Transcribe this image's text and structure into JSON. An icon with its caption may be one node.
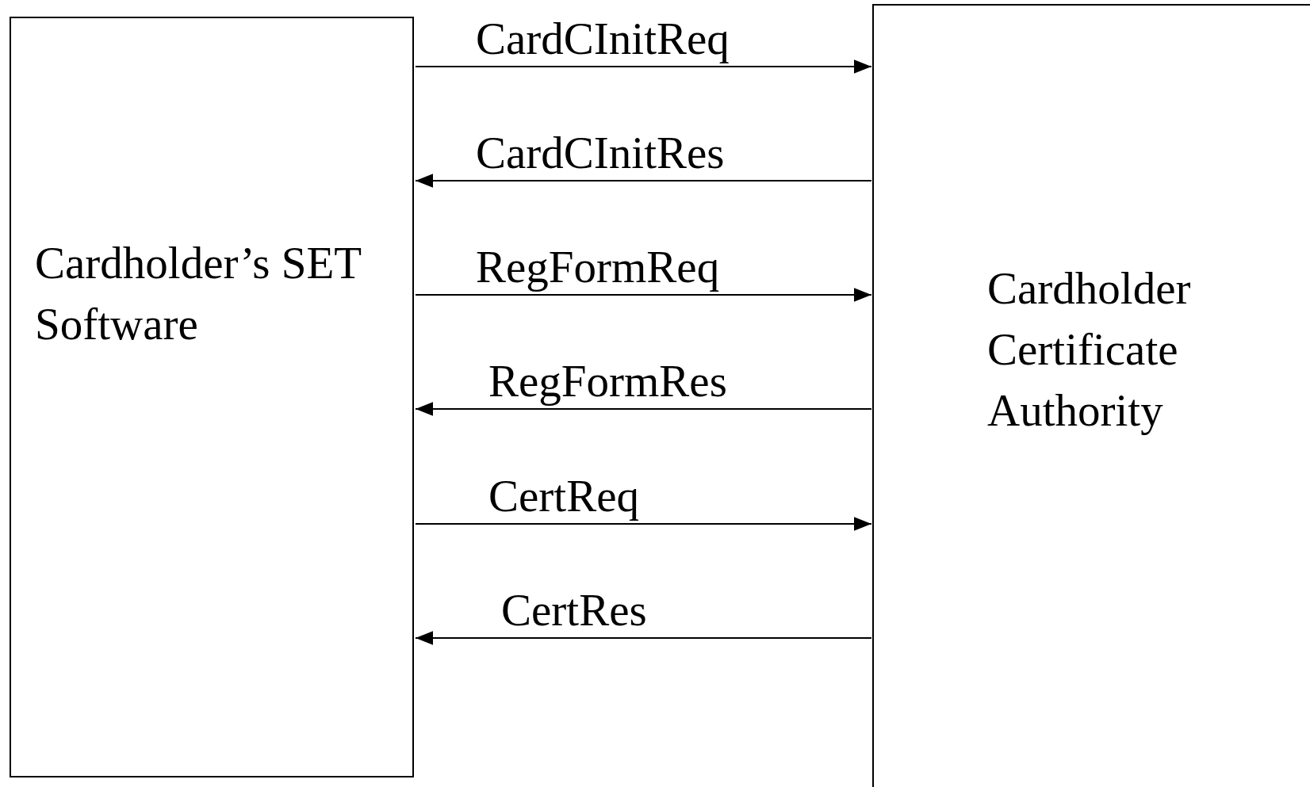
{
  "diagram": {
    "nodes": [
      {
        "text": [
          "Cardholder’s SET Software"
        ]
      },
      {
        "text": [
          "Cardholder Certificate Authority"
        ]
      }
    ],
    "edges": [
      {
        "from": 0,
        "to": 1,
        "arrow": "to",
        "label": "CardCInitReq"
      },
      {
        "from": 1,
        "to": 0,
        "arrow": "to",
        "label": "CardCInitRes"
      },
      {
        "from": 0,
        "to": 1,
        "arrow": "to",
        "label": "RegFormReq"
      },
      {
        "from": 1,
        "to": 0,
        "arrow": "to",
        "label": "RegFormRes"
      },
      {
        "from": 0,
        "to": 1,
        "arrow": "to",
        "label": "CertReq"
      },
      {
        "from": 1,
        "to": 0,
        "arrow": "to",
        "label": "CertRes"
      }
    ]
  }
}
